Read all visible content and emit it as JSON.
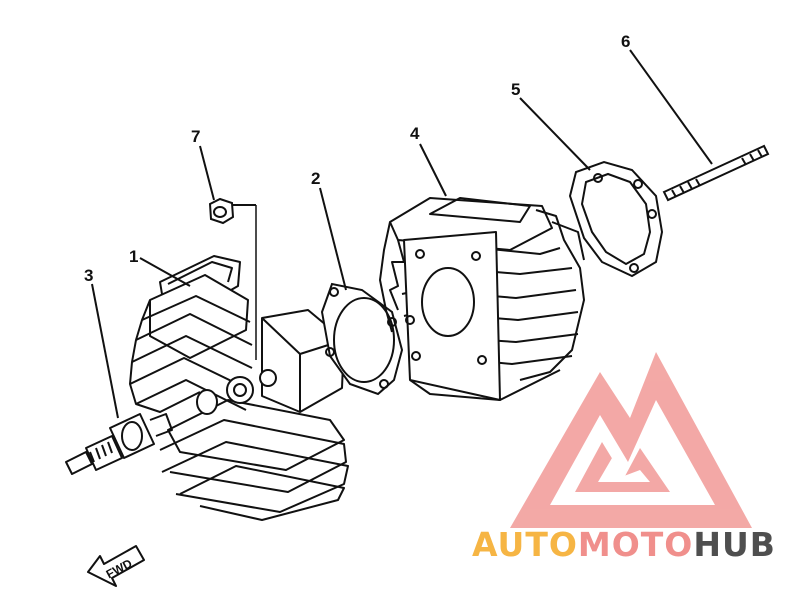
{
  "callouts": [
    {
      "number": "1",
      "part": "cylinder head"
    },
    {
      "number": "2",
      "part": "cylinder head gasket"
    },
    {
      "number": "3",
      "part": "spark plug"
    },
    {
      "number": "4",
      "part": "cylinder"
    },
    {
      "number": "5",
      "part": "cylinder gasket"
    },
    {
      "number": "6",
      "part": "stud bolt"
    },
    {
      "number": "7",
      "part": "nut"
    }
  ],
  "direction_arrow": {
    "label": "FWD"
  },
  "watermark": {
    "parts": [
      "AUTO",
      "MOTO",
      "HUB"
    ],
    "colors": {
      "auto": "#f6b544",
      "moto": "#f08f8c",
      "hub": "#4f4f4f",
      "logo": "#f19a97"
    }
  },
  "line_color": "#111111"
}
